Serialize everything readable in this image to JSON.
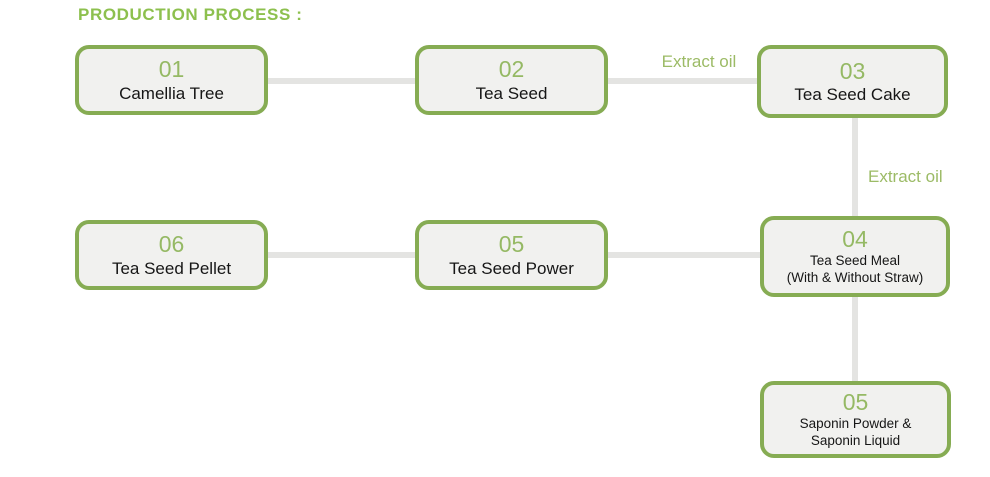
{
  "title": "PRODUCTION PROCESS :",
  "colors": {
    "title_green": "#8dc04e",
    "green_border": "#86ac53",
    "num_green": "#95b964",
    "green_text": "#9cbb66",
    "box_fill": "#f1f1ef",
    "connector_gray": "#e4e4e2",
    "label_black": "#161616"
  },
  "boxes": [
    {
      "number": "01",
      "label": "Camellia Tree"
    },
    {
      "number": "02",
      "label": "Tea Seed"
    },
    {
      "number": "03",
      "label": "Tea Seed Cake"
    },
    {
      "number": "04",
      "label": "Tea Seed Meal",
      "label2": "(With & Without Straw)"
    },
    {
      "number": "05",
      "label": "Tea Seed Power"
    },
    {
      "number": "06",
      "label": "Tea Seed Pellet"
    },
    {
      "number": "05",
      "label": "Saponin Powder &",
      "label2": "Saponin Liquid"
    }
  ],
  "edge_labels": [
    {
      "text": "Extract oil"
    },
    {
      "text": "Extract oil"
    }
  ]
}
